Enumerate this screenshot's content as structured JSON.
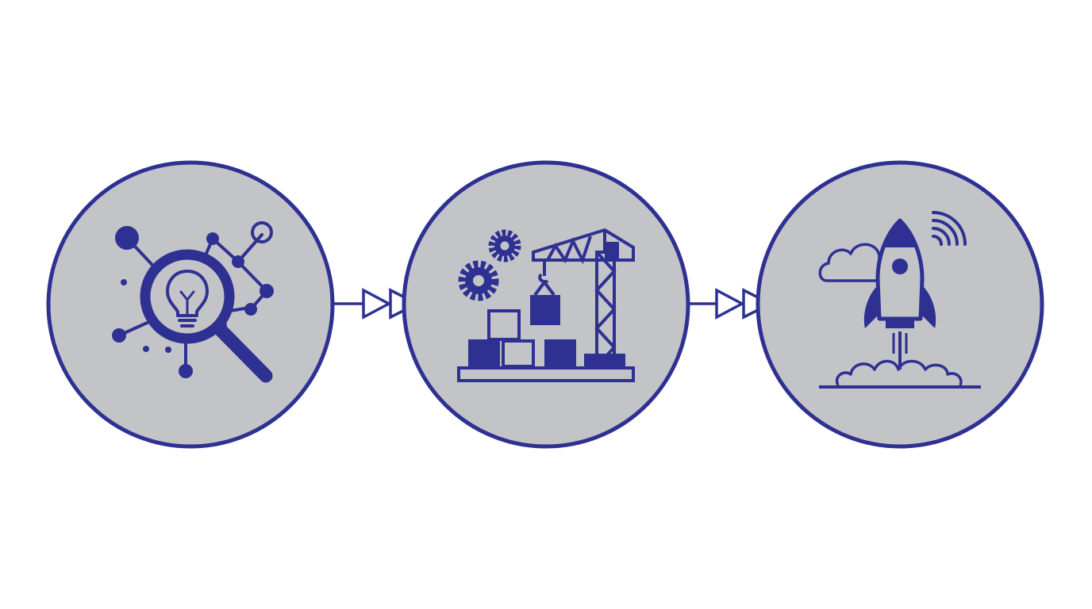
{
  "diagram": {
    "kind": "process-flow",
    "step_count": 3,
    "colors": {
      "background": "#ffffff",
      "circle_fill": "#c3c4c7",
      "accent": "#2e3192"
    },
    "steps": [
      {
        "icon": "idea-search-network-icon"
      },
      {
        "icon": "construction-crane-gears-icon"
      },
      {
        "icon": "rocket-launch-icon"
      }
    ],
    "connectors": [
      {
        "from": 1,
        "to": 2,
        "style": "double-arrow"
      },
      {
        "from": 2,
        "to": 3,
        "style": "double-arrow"
      }
    ]
  }
}
